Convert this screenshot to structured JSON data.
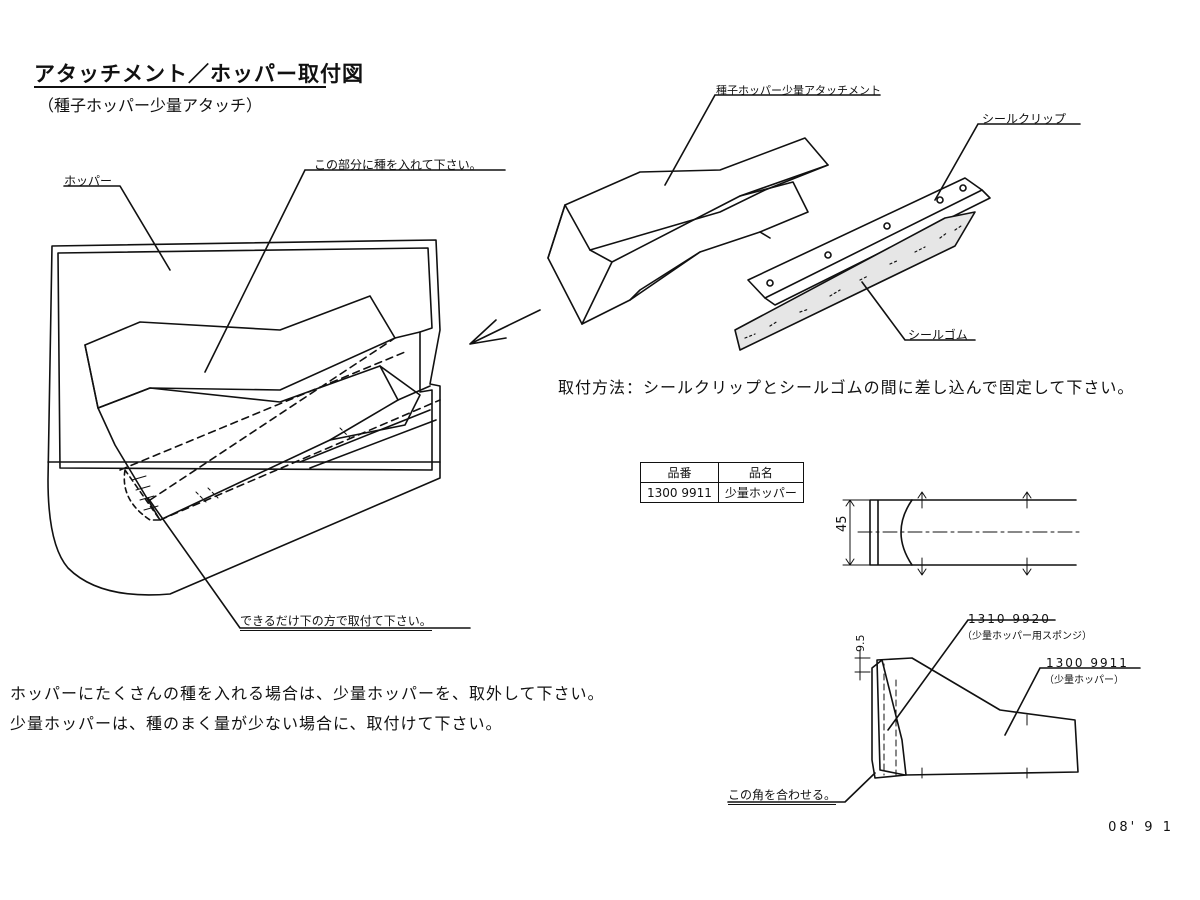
{
  "title": "アタッチメント／ホッパー取付図",
  "subtitle": "（種子ホッパー少量アタッチ）",
  "labels": {
    "hopper": "ホッパー",
    "seed_here": "この部分に種を入れて下さい。",
    "attach_low": "できるだけ下の方で取付て下さい。",
    "attachment_name": "種子ホッパー少量アタッチメント",
    "seal_clip": "シールクリップ",
    "seal_rubber": "シールゴム"
  },
  "method": "取付方法：シールクリップとシールゴムの間に差し込んで固定して下さい。",
  "parts_table": {
    "headers": [
      "品番",
      "品名"
    ],
    "rows": [
      [
        "1300 9911",
        "少量ホッパー"
      ]
    ]
  },
  "dimensions": {
    "width": "45",
    "height": "9.5"
  },
  "detail": {
    "part1_number": "1310 9920",
    "part1_name": "（少量ホッパー用スポンジ）",
    "part2_number": "1300 9911",
    "part2_name": "（少量ホッパー）",
    "corner_note": "この角を合わせる。"
  },
  "instructions": [
    "ホッパーにたくさんの種を入れる場合は、少量ホッパーを、取外して下さい。",
    "少量ホッパーは、種のまく量が少ない場合に、取付けて下さい。"
  ],
  "footer": "08' 9 1"
}
